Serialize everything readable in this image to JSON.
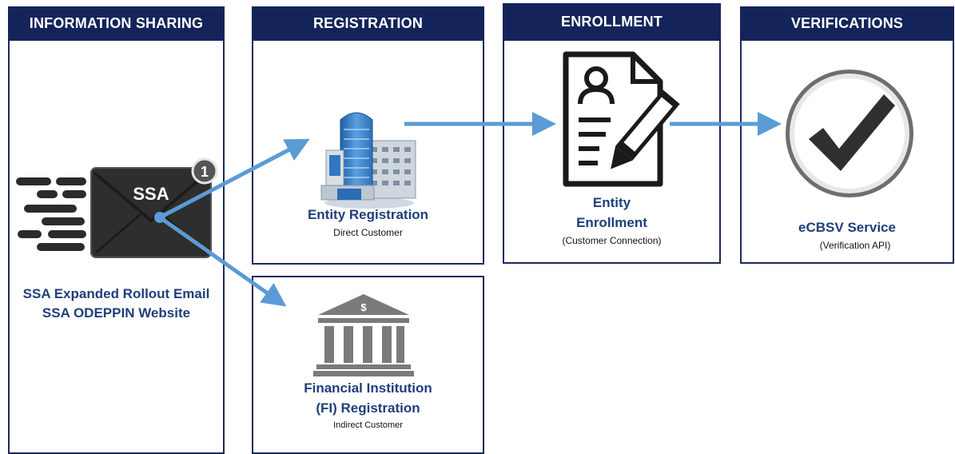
{
  "panels": {
    "information_sharing": {
      "header": "INFORMATION SHARING",
      "envelope_label": "SSA",
      "notification_count": "1",
      "line1": "SSA Expanded Rollout Email",
      "line2": "SSA ODEPPIN Website"
    },
    "registration": {
      "header": "REGISTRATION",
      "entity_title": "Entity Registration",
      "entity_sub": "Direct Customer",
      "fi_title_line1": "Financial Institution",
      "fi_title_line2": "(FI) Registration",
      "fi_sub": "Indirect Customer",
      "bank_symbol": "$"
    },
    "enrollment": {
      "header": "ENROLLMENT",
      "title_line1": "Entity",
      "title_line2": "Enrollment",
      "sub": "(Customer Connection)"
    },
    "verifications": {
      "header": "VERIFICATIONS",
      "title": "eCBSV Service",
      "sub": "(Verification API)"
    }
  },
  "colors": {
    "header_bg": "#14245a",
    "title_text": "#1f3f7a",
    "arrow": "#5b9bd5",
    "icon_dark": "#3a3a3a"
  }
}
